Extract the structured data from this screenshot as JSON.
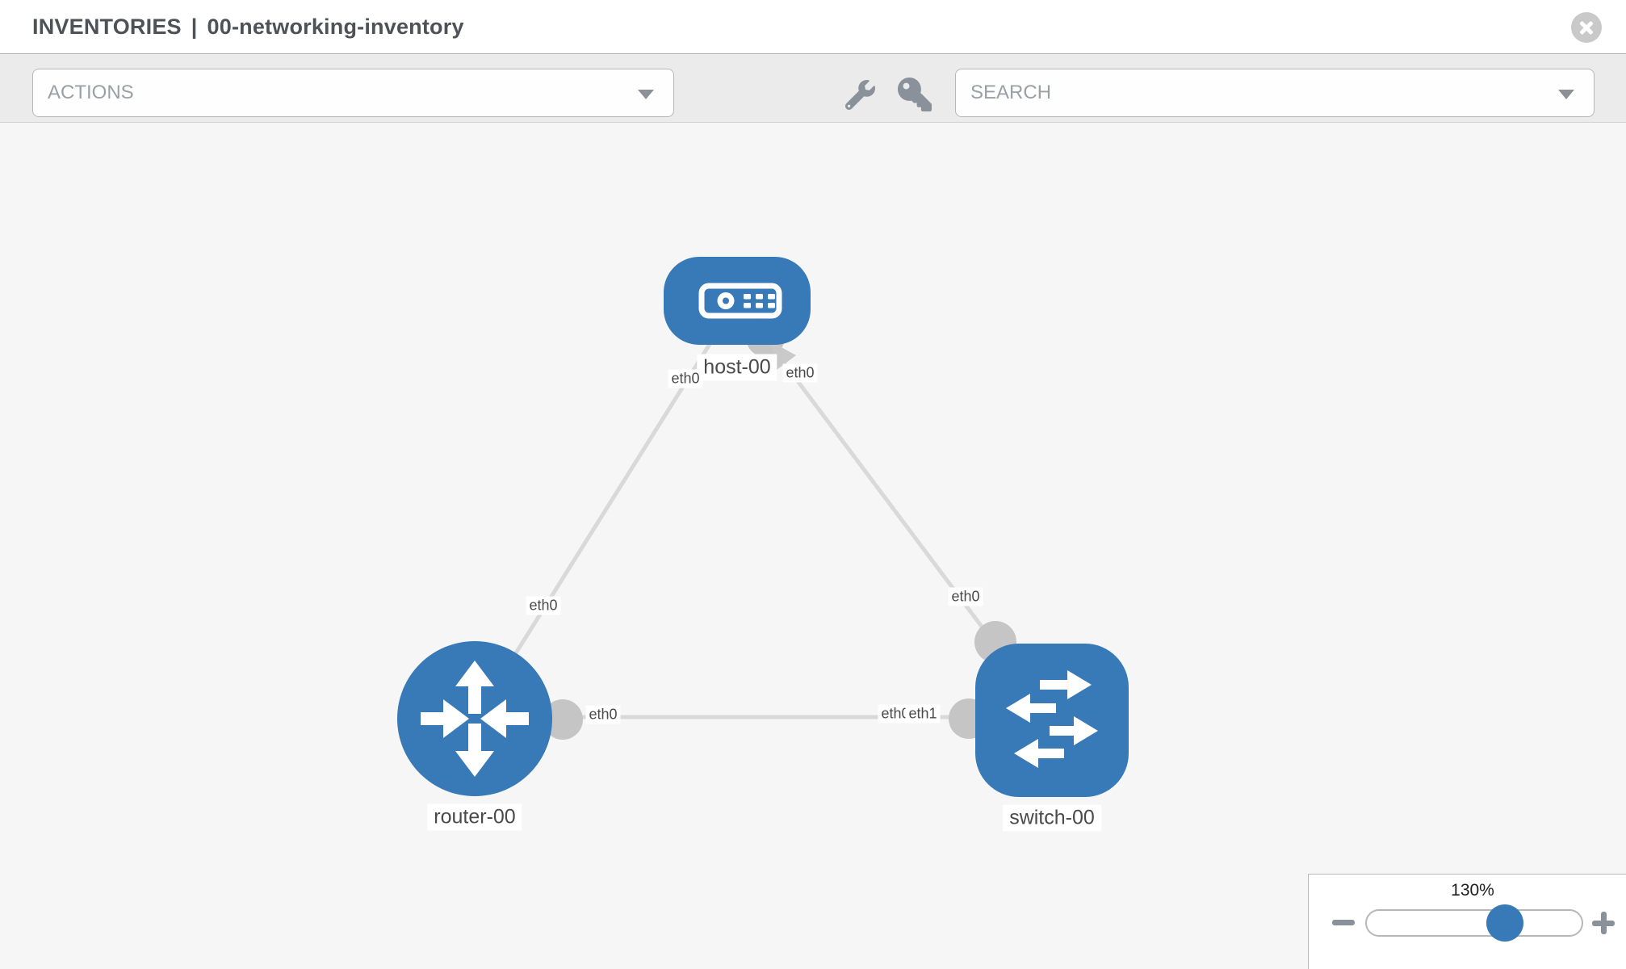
{
  "header": {
    "section": "INVENTORIES",
    "separator": "|",
    "inventory_name": "00-networking-inventory"
  },
  "toolbar": {
    "actions_placeholder": "ACTIONS",
    "search_placeholder": "SEARCH",
    "icons": [
      "wrench-icon",
      "key-icon"
    ]
  },
  "topology": {
    "nodes": {
      "host": {
        "label": "host-00",
        "type": "host"
      },
      "router": {
        "label": "router-00",
        "type": "router"
      },
      "switch": {
        "label": "switch-00",
        "type": "switch"
      }
    },
    "interfaces": {
      "host_left": "eth0",
      "host_right": "eth0",
      "link_host_router_mid": "eth0",
      "link_host_switch_mid": "eth0",
      "router_right": "eth0",
      "switch_left_under": "eth0",
      "switch_left_over": "eth1"
    },
    "links": [
      {
        "from": "host-00",
        "to": "router-00"
      },
      {
        "from": "host-00",
        "to": "switch-00"
      },
      {
        "from": "router-00",
        "to": "switch-00"
      }
    ]
  },
  "zoom_control": {
    "level": "130%"
  },
  "colors": {
    "node_blue": "#377ab7",
    "link_gray": "#d9d9d9",
    "endpoint_gray": "#c5c5c5",
    "toolbar_bg": "#ebebeb",
    "canvas_bg": "#f6f6f6"
  }
}
